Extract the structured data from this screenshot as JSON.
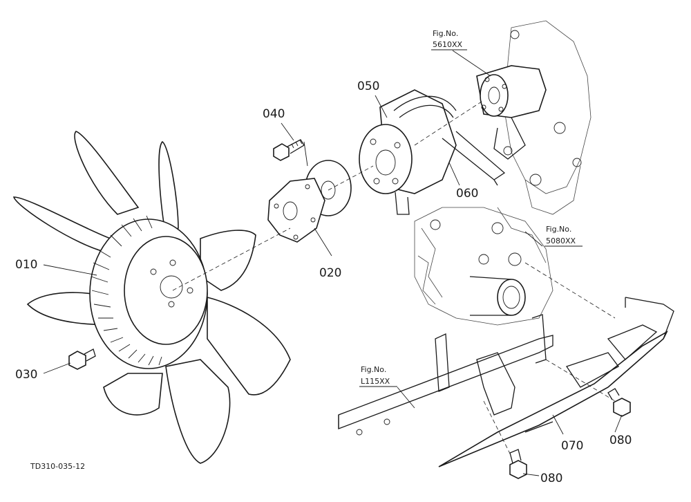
{
  "parts": {
    "p010": "010",
    "p020": "020",
    "p030": "030",
    "p040": "040",
    "p050": "050",
    "p060": "060",
    "p070": "070",
    "p080a": "080",
    "p080b": "080"
  },
  "figure_refs": {
    "water_pump": {
      "line1": "Fig.No.",
      "line2": "5610XX"
    },
    "engine_block": {
      "line1": "Fig.No.",
      "line2": "5080XX"
    },
    "frame": {
      "line1": "Fig.No.",
      "line2": "L115XX"
    }
  },
  "drawing_code": "TD310-035-12"
}
